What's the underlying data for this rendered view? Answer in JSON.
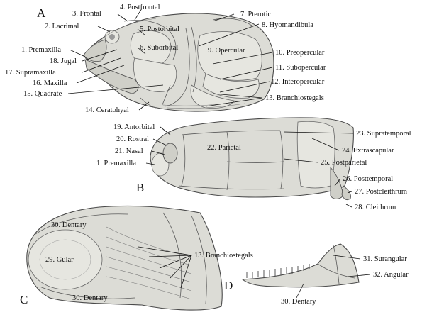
{
  "panels": {
    "a": "A",
    "b": "B",
    "c": "C",
    "d": "D"
  },
  "labels": {
    "frontal": "3. Frontal",
    "postfrontal": "4. Postfrontal",
    "pterotic": "7. Pterotic",
    "lacrimal": "2. Lacrimal",
    "postorbital": "5. Postorbital",
    "hyomandibula": "8. Hyomandibula",
    "premaxilla_a": "1. Premaxilla",
    "suborbital": "6. Suborbital",
    "opercular": "9. Opercular",
    "jugal": "18. Jugal",
    "preopercular": "10. Preopercular",
    "supramaxilla": "17. Supramaxilla",
    "subopercular": "11. Subopercular",
    "maxilla": "16. Maxilla",
    "interopercular": "12. Interopercular",
    "quadrate": "15. Quadrate",
    "branchiostegals_a": "13. Branchiostegals",
    "ceratohyal": "14. Ceratohyal",
    "antorbital": "19. Antorbital",
    "supratemporal": "23. Supratemporal",
    "rostral": "20. Rostral",
    "parietal": "22. Parietal",
    "extrascapular": "24. Extrascapular",
    "nasal": "21. Nasal",
    "postparietal": "25. Postparietal",
    "premaxilla_b": "1. Premaxilla",
    "posttemporal": "26. Posttemporal",
    "postcleithrum": "27. Postcleithrum",
    "cleithrum": "28. Cleithrum",
    "dentary_c_top": "30. Dentary",
    "gular": "29. Gular",
    "branchiostegals_c": "13. Branchiostegals",
    "dentary_c_bottom": "30. Dentary",
    "surangular": "31. Surangular",
    "angular": "32. Angular",
    "dentary_d": "30. Dentary"
  }
}
